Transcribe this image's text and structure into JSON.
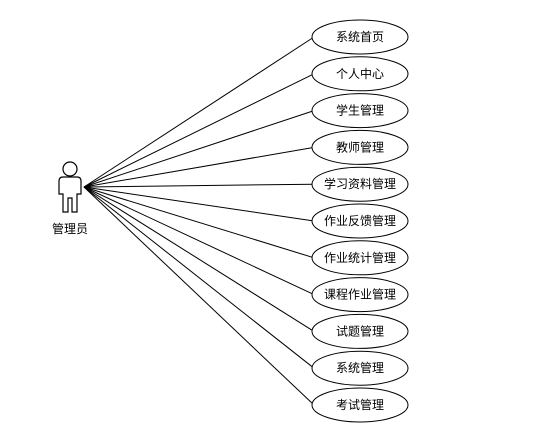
{
  "actor": {
    "name": "管理员"
  },
  "use_cases": [
    {
      "label": "系统首页"
    },
    {
      "label": "个人中心"
    },
    {
      "label": "学生管理"
    },
    {
      "label": "教师管理"
    },
    {
      "label": "学习资料管理"
    },
    {
      "label": "作业反馈管理"
    },
    {
      "label": "作业统计管理"
    },
    {
      "label": "课程作业管理"
    },
    {
      "label": "试题管理"
    },
    {
      "label": "系统管理"
    },
    {
      "label": "考试管理"
    }
  ],
  "colors": {
    "stroke": "#000000",
    "fill": "#ffffff"
  }
}
